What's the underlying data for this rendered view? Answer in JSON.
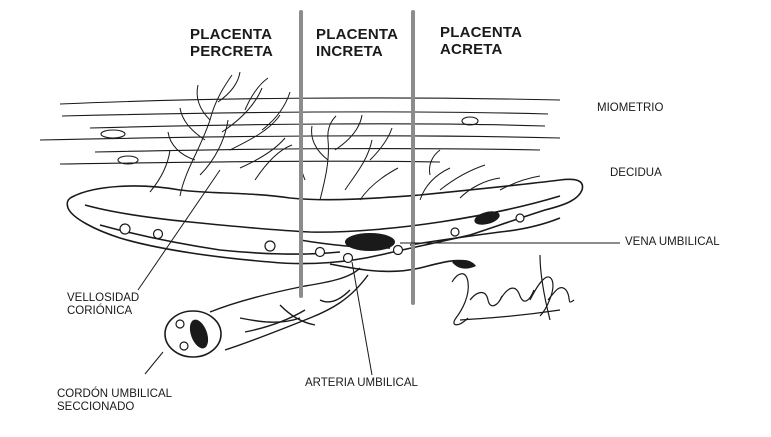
{
  "headers": {
    "percreta": "PLACENTA\nPERCRETA",
    "increta": "PLACENTA\nINCRETA",
    "acreta": "PLACENTA\nACRETA"
  },
  "labels": {
    "miometrio": "MIOMETRIO",
    "decidua": "DECIDUA",
    "vena_umbilical": "VENA UMBILICAL",
    "vellosidad": "VELLOSIDAD\nCORIÓNICA",
    "cordon": "CORDÓN UMBILICAL\nSECCIONADO",
    "arteria": "ARTERIA UMBILICAL"
  },
  "colors": {
    "ink": "#1a1a1a",
    "divider": "#8c8c8c",
    "background": "#ffffff"
  }
}
